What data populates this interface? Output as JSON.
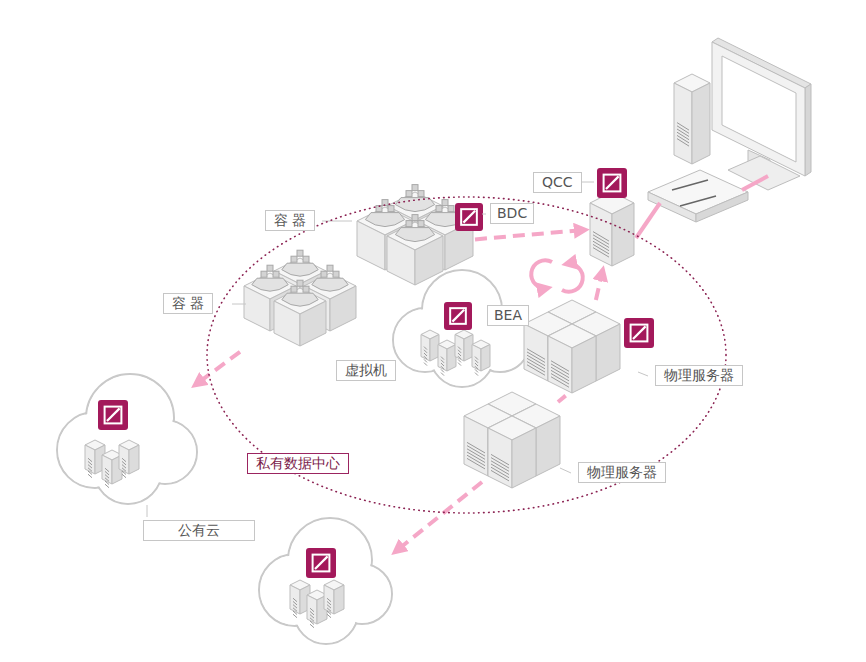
{
  "diagram": {
    "nodes": [
      {
        "text": [
          "私有数据中心"
        ]
      },
      {
        "text": [
          "容 器"
        ],
        "in": 0
      },
      {
        "text": [
          "容 器"
        ],
        "in": 0
      },
      {
        "text": [
          "虚拟机"
        ],
        "in": 0
      },
      {
        "text": [
          "物理服务器"
        ],
        "in": 0
      },
      {
        "text": [
          "物理服务器"
        ],
        "in": 0
      },
      {
        "text": [
          "QCC"
        ]
      },
      {
        "text": [
          "公有云"
        ]
      }
    ],
    "edges": [
      {
        "from": 1,
        "to": 6,
        "arrow": "to"
      },
      {
        "from": 2,
        "to": 7,
        "arrow": "to"
      },
      {
        "from": 4,
        "to": 6,
        "arrow": "to"
      }
    ],
    "labels": [
      "BDC",
      "BEA"
    ]
  }
}
